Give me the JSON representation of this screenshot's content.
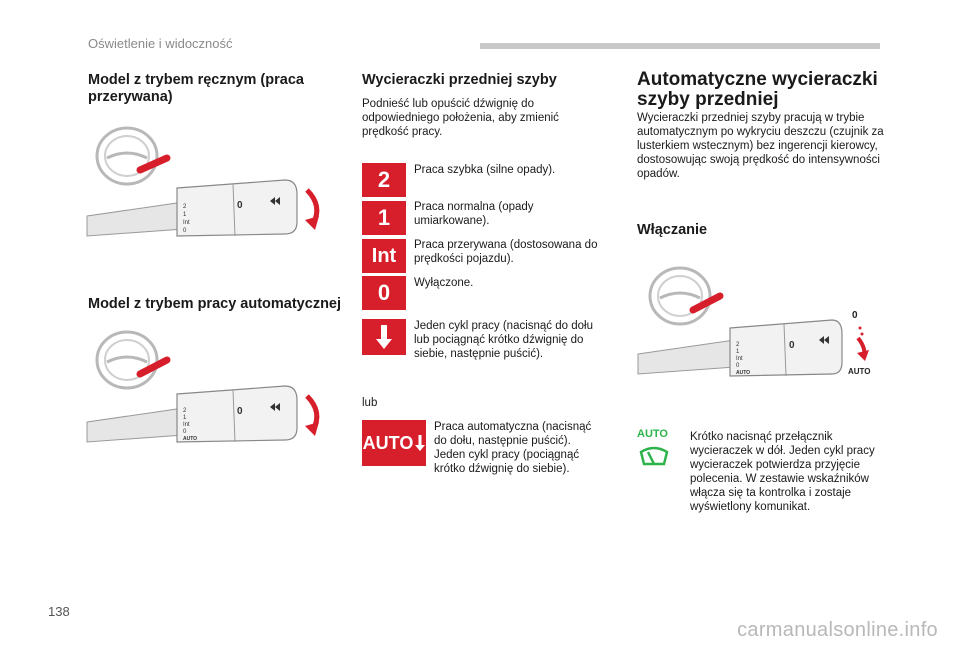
{
  "header": {
    "section": "Oświetlenie i widoczność"
  },
  "col1": {
    "title1": "Model z trybem ręcznym (praca przerywana)",
    "title2": "Model z trybem pracy automatycznej",
    "stalk1_labels": [
      "2",
      "1",
      "Int",
      "0"
    ],
    "stalk2_labels": [
      "2",
      "1",
      "Int",
      "0",
      "AUTO"
    ],
    "stalk_zero": "0"
  },
  "col2": {
    "title": "Wycieraczki przedniej szyby",
    "intro": "Podnieść lub opuścić dźwignię do odpowiedniego położenia, aby zmienić prędkość pracy.",
    "items": [
      {
        "badge": "2",
        "text": "Praca szybka (silne opady)."
      },
      {
        "badge": "1",
        "text": "Praca normalna (opady umiarkowane)."
      },
      {
        "badge": "Int",
        "text": "Praca przerywana (dostosowana do prędkości pojazdu)."
      },
      {
        "badge": "0",
        "text": "Wyłączone."
      },
      {
        "badge": "",
        "text": "Jeden cykl pracy (nacisnąć do dołu lub pociągnąć krótko dźwignię do siebie, następnie puścić)."
      }
    ],
    "or": "lub",
    "auto_badge": "AUTO",
    "auto_text": "Praca automatyczna (nacisnąć do dołu, następnie puścić). Jeden cykl pracy (pociągnąć krótko dźwignię do siebie)."
  },
  "col3": {
    "title": "Automatyczne wycieraczki szyby przedniej",
    "intro": "Wycieraczki przedniej szyby pracują w trybie automatycznym po wykryciu deszczu (czujnik za lusterkiem wstecznym) bez ingerencji kierowcy, dostosowując swoją prędkość do intensywności opadów.",
    "subtitle": "Włączanie",
    "stalk_labels": [
      "2",
      "1",
      "Int",
      "0",
      "AUTO"
    ],
    "stalk_zero": "0",
    "side_zero": "0",
    "side_auto": "AUTO",
    "indicator_label": "AUTO",
    "indicator_text": "Krótko nacisnąć przełącznik wycieraczek w dół. Jeden cykl pracy wycieraczek potwierdza przyjęcie polecenia. W zestawie wskaźników włącza się ta kontrolka i zostaje wyświetlony komunikat."
  },
  "footer": {
    "page": "138",
    "watermark": "carmanualsonline.info"
  },
  "colors": {
    "accent": "#d71e2b",
    "indicator": "#2db34a"
  }
}
